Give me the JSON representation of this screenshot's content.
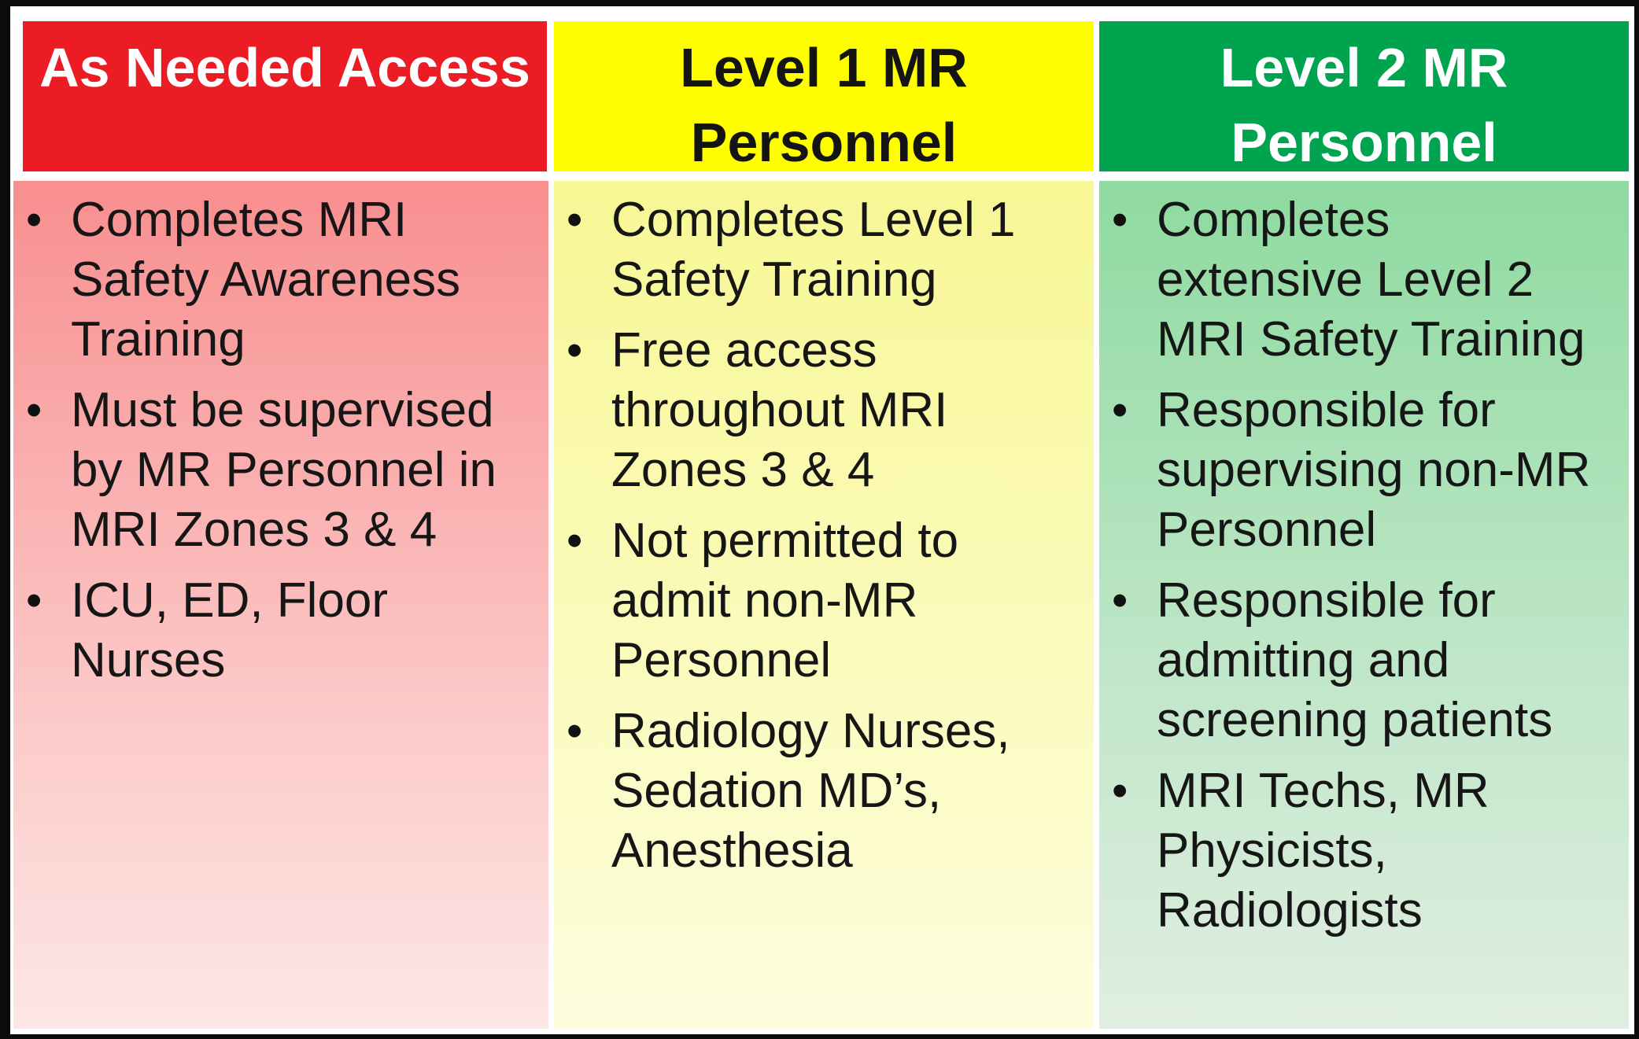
{
  "ui": {
    "bullet_glyph": "•",
    "colors": {
      "frame_border": "#0b0b0b",
      "background": "#ffffff",
      "col1_header_bg": "#ec1c24",
      "col1_header_text": "#ffffff",
      "col1_body_top": "#f88e8f",
      "col1_body_bottom": "#fde7e5",
      "col2_header_bg": "#fefe00",
      "col2_header_text": "#141414",
      "col2_body_top": "#f8f795",
      "col2_body_bottom": "#fdfdde",
      "col3_header_bg": "#00a44f",
      "col3_header_text": "#ffffff",
      "col3_body_top": "#8edaa0",
      "col3_body_bottom": "#e0eee1",
      "body_text": "#161616"
    }
  },
  "table": {
    "columns": [
      {
        "id": "as-needed-access",
        "header": "As Needed Access",
        "header_lines": [
          "As Needed Access"
        ],
        "bullets": [
          [
            "Completes MRI",
            "Safety Awareness",
            "Training"
          ],
          [
            "Must be supervised",
            "by MR Personnel in",
            "MRI Zones 3 & 4"
          ],
          [
            "ICU, ED, Floor",
            "Nurses"
          ]
        ]
      },
      {
        "id": "level-1-mr-personnel",
        "header": "Level 1 MR Personnel",
        "header_lines": [
          "Level 1 MR",
          "Personnel"
        ],
        "bullets": [
          [
            "Completes Level 1",
            "Safety Training"
          ],
          [
            "Free access",
            "throughout MRI",
            "Zones 3 & 4"
          ],
          [
            "Not permitted to",
            "admit non-MR",
            "Personnel"
          ],
          [
            "Radiology Nurses,",
            "Sedation MD’s,",
            "Anesthesia"
          ]
        ]
      },
      {
        "id": "level-2-mr-personnel",
        "header": "Level 2 MR Personnel",
        "header_lines": [
          "Level 2 MR",
          "Personnel"
        ],
        "bullets": [
          [
            "Completes",
            "extensive Level 2",
            "MRI Safety Training"
          ],
          [
            "Responsible for",
            "supervising non-MR",
            "Personnel"
          ],
          [
            "Responsible for",
            "admitting and",
            "screening patients"
          ],
          [
            "MRI Techs, MR",
            "Physicists,",
            "Radiologists"
          ]
        ]
      }
    ]
  }
}
